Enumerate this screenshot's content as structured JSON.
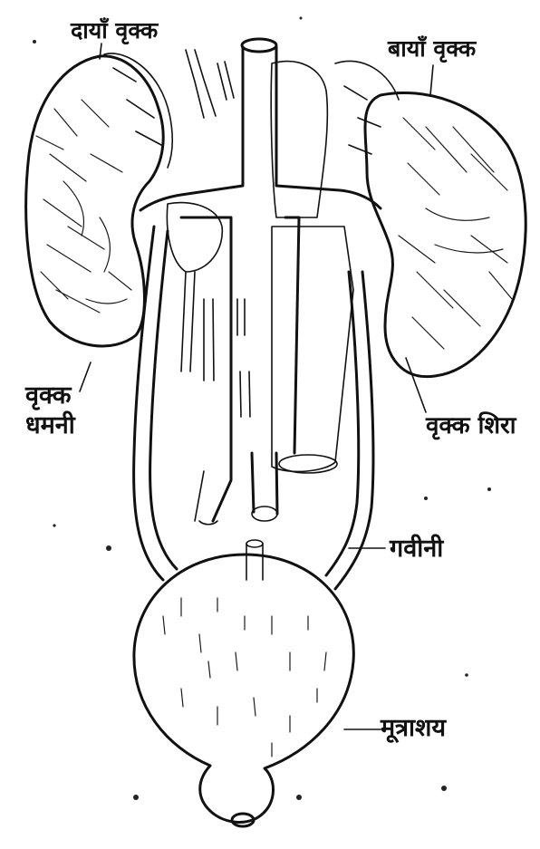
{
  "labels": {
    "right_kidney": "दायाँ वृक्क",
    "left_kidney": "बायाँ वृक्क",
    "renal_artery_line1": "वृक्क",
    "renal_artery_line2": "धमनी",
    "renal_vein": "वृक्क शिरा",
    "ureter": "गवीनी",
    "bladder": "मूत्राशय"
  },
  "colors": {
    "ink": "#111111",
    "paper": "#ffffff"
  }
}
